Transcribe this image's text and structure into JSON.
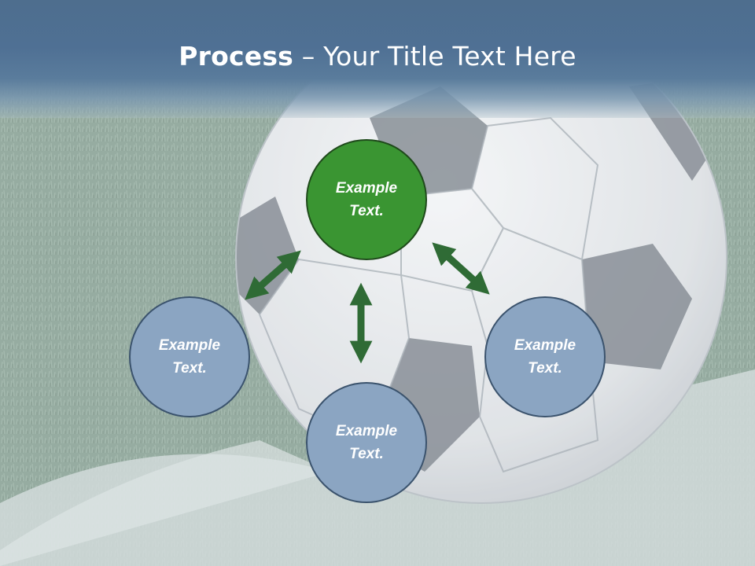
{
  "slide": {
    "title_bold": "Process",
    "title_rest": " – Your Title Text Here"
  },
  "nodes": {
    "top": {
      "line1": "Example",
      "line2": "Text."
    },
    "left": {
      "line1": "Example",
      "line2": "Text."
    },
    "bottom": {
      "line1": "Example",
      "line2": "Text."
    },
    "right": {
      "line1": "Example",
      "line2": "Text."
    }
  },
  "colors": {
    "title_band": "#4f7094",
    "center_node": "#3a9532",
    "outer_node": "#8ba5c2",
    "arrow": "#2f6b35"
  }
}
